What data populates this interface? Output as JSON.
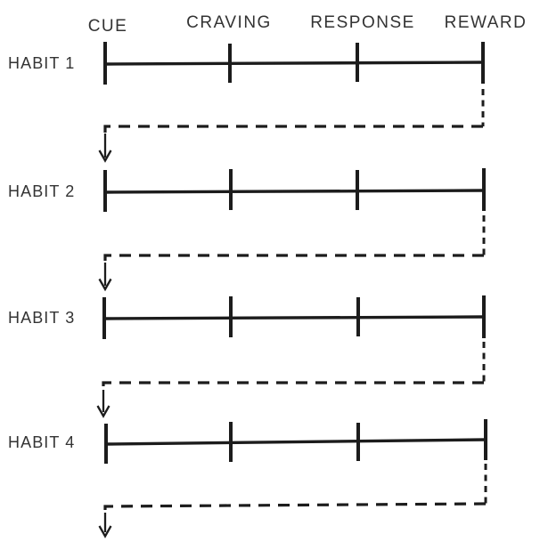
{
  "stages": [
    {
      "label": "CUE"
    },
    {
      "label": "CRAVING"
    },
    {
      "label": "RESPONSE"
    },
    {
      "label": "REWARD"
    }
  ],
  "habits": [
    {
      "label": "HABIT 1"
    },
    {
      "label": "HABIT 2"
    },
    {
      "label": "HABIT 3"
    },
    {
      "label": "HABIT 4"
    }
  ],
  "colors": {
    "ink": "#1c1c1c",
    "text": "#333333",
    "background": "#ffffff"
  }
}
